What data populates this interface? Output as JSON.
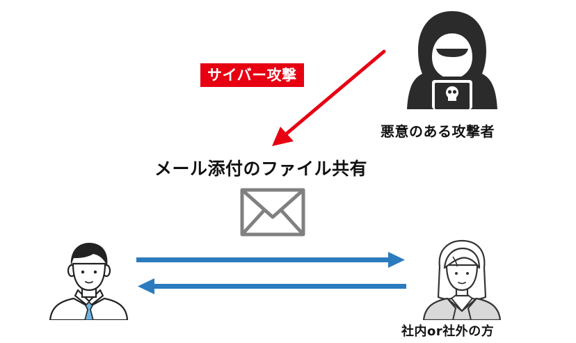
{
  "diagram": {
    "attack_label": "サイバー攻撃",
    "share_title": "メール添付のファイル共有",
    "attacker_label": "悪意のある攻撃者",
    "counterpart_label": "社内or社外の方"
  },
  "colors": {
    "attack_red": "#e60012",
    "flow_blue": "#2b7bbf",
    "envelope_gray": "#808080",
    "hacker_dark": "#2b2b2b",
    "tie_blue": "#6fb3e0"
  },
  "icons": {
    "attacker": "hooded-hacker-icon",
    "envelope": "envelope-icon",
    "sender": "businessman-icon",
    "receiver": "businesswoman-icon"
  }
}
